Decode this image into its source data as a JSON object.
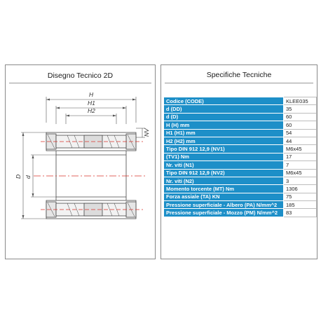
{
  "left_panel": {
    "title": "Disegno Tecnico 2D"
  },
  "right_panel": {
    "title": "Specifiche Tecniche"
  },
  "drawing": {
    "label_H": "H",
    "label_H1": "H1",
    "label_H2": "H2",
    "label_NV": "NV",
    "label_D": "D",
    "label_d": "d"
  },
  "specs": [
    {
      "key": "Codice (CODE)",
      "value": "KLEE035"
    },
    {
      "key": "d (DD)",
      "value": "35"
    },
    {
      "key": "d (D)",
      "value": "60"
    },
    {
      "key": "H (H) mm",
      "value": "60"
    },
    {
      "key": "H1 (H1) mm",
      "value": "54"
    },
    {
      "key": "H2 (H2) mm",
      "value": "44"
    },
    {
      "key": "Tipo DIN 912 12,9 (NV1)",
      "value": "M6x45"
    },
    {
      "key": "(TV1) Nm",
      "value": "17"
    },
    {
      "key": "Nr. viti (N1)",
      "value": "7"
    },
    {
      "key": "Tipo DIN 912 12,9 (NV2)",
      "value": "M6x45"
    },
    {
      "key": "Nr. viti (N2)",
      "value": "3"
    },
    {
      "key": "Momento torcente (MT) Nm",
      "value": "1306"
    },
    {
      "key": "Forza assiale (TA) KN",
      "value": "75"
    },
    {
      "key": "Pressione superficiale - Albero (PA) N/mm^2",
      "value": "185"
    },
    {
      "key": "Pressione superficiale - Mozzo (PM) N/mm^2",
      "value": "83"
    }
  ]
}
